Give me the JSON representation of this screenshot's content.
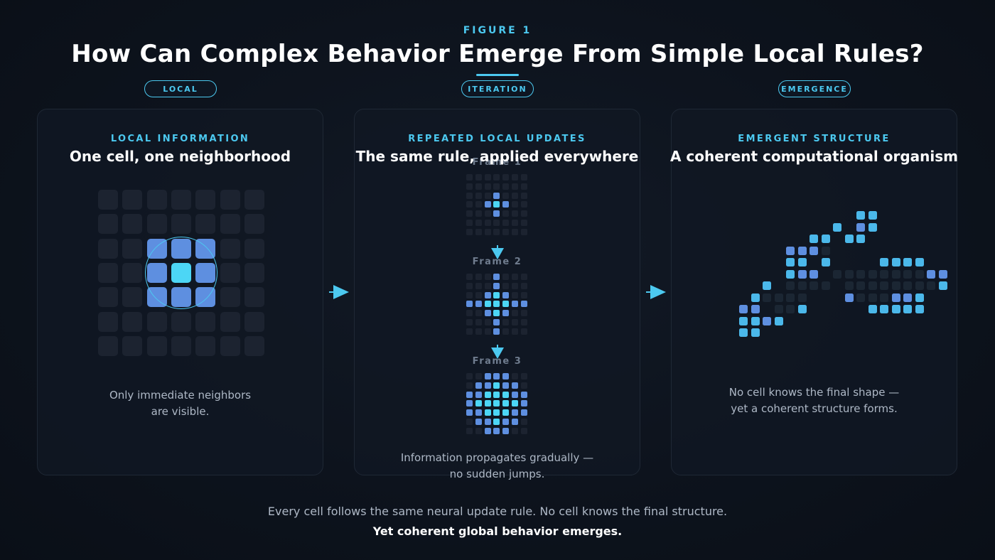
{
  "header": {
    "figure_label": "FIGURE 1",
    "title": "How Can Complex Behavior Emerge From Simple Local Rules?"
  },
  "pills": [
    "LOCAL",
    "ITERATION",
    "EMERGENCE"
  ],
  "panels": [
    {
      "kicker": "LOCAL INFORMATION",
      "heading": "One cell, one neighborhood",
      "caption_line1": "Only immediate neighbors",
      "caption_line2": "are visible."
    },
    {
      "kicker": "REPEATED LOCAL UPDATES",
      "heading": "The same rule, applied everywhere",
      "frames": [
        "Frame 1",
        "Frame 2",
        "Frame 3"
      ],
      "caption_line1": "Information propagates gradually —",
      "caption_line2": "no sudden jumps."
    },
    {
      "kicker": "EMERGENT STRUCTURE",
      "heading": "A coherent computational organism",
      "caption_line1": "No cell knows the final shape —",
      "caption_line2": "yet a coherent structure forms."
    }
  ],
  "footer": {
    "line1": "Every cell follows the same neural update rule. No cell knows the final structure.",
    "line2": "Yet coherent global behavior emerges."
  },
  "colors": {
    "accent": "#4cc9f0",
    "cell_idle": "#1c2330",
    "cell_neighbor": "#5e8fe0",
    "cell_center": "#4cd6f5",
    "cell_active_light": "#4bb8ea"
  }
}
